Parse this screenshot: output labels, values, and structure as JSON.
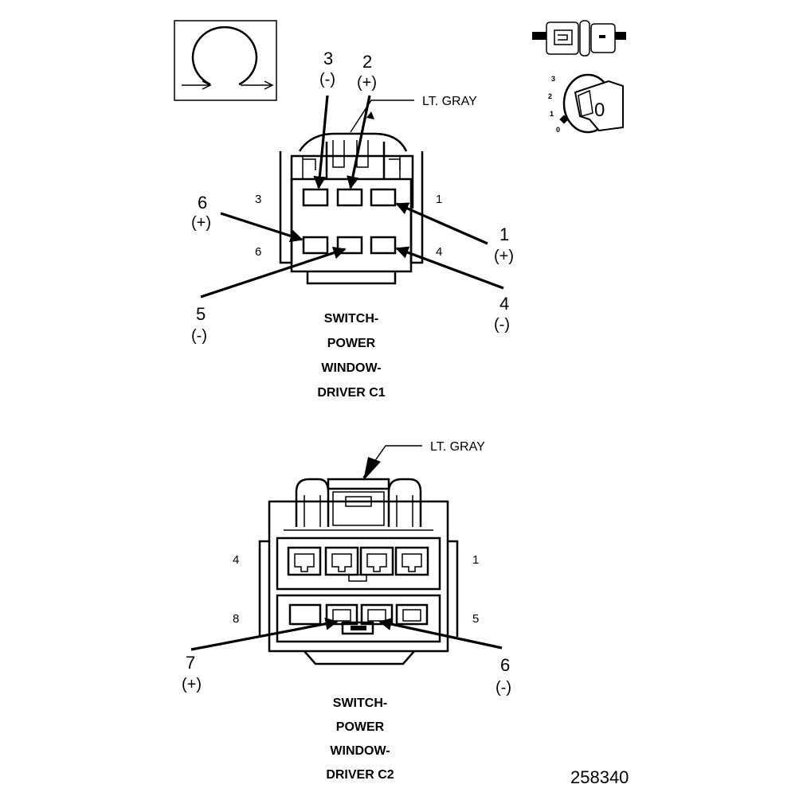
{
  "c1": {
    "callouts": [
      {
        "num": "3",
        "pol": "(-)"
      },
      {
        "num": "2",
        "pol": "(+)"
      },
      {
        "num": "6",
        "pol": "(+)"
      },
      {
        "num": "1",
        "pol": "(+)"
      },
      {
        "num": "5",
        "pol": "(-)"
      },
      {
        "num": "4",
        "pol": "(-)"
      }
    ],
    "color": "LT. GRAY",
    "side_labels": {
      "top_left": "3",
      "top_right": "1",
      "bottom_left": "6",
      "bottom_right": "4"
    },
    "title": [
      "SWITCH-",
      "POWER",
      "WINDOW-",
      "DRIVER C1"
    ]
  },
  "c2": {
    "callouts": [
      {
        "num": "7",
        "pol": "(+)"
      },
      {
        "num": "6",
        "pol": "(-)"
      }
    ],
    "color": "LT. GRAY",
    "side_labels": {
      "top_left": "4",
      "top_right": "1",
      "bottom_left": "8",
      "bottom_right": "5"
    },
    "title": [
      "SWITCH-",
      "POWER",
      "WINDOW-",
      "DRIVER C2"
    ]
  },
  "ignition_key": {
    "positions": [
      "3",
      "2",
      "1",
      "0"
    ],
    "key_label": "0"
  },
  "figure_number": "258340"
}
